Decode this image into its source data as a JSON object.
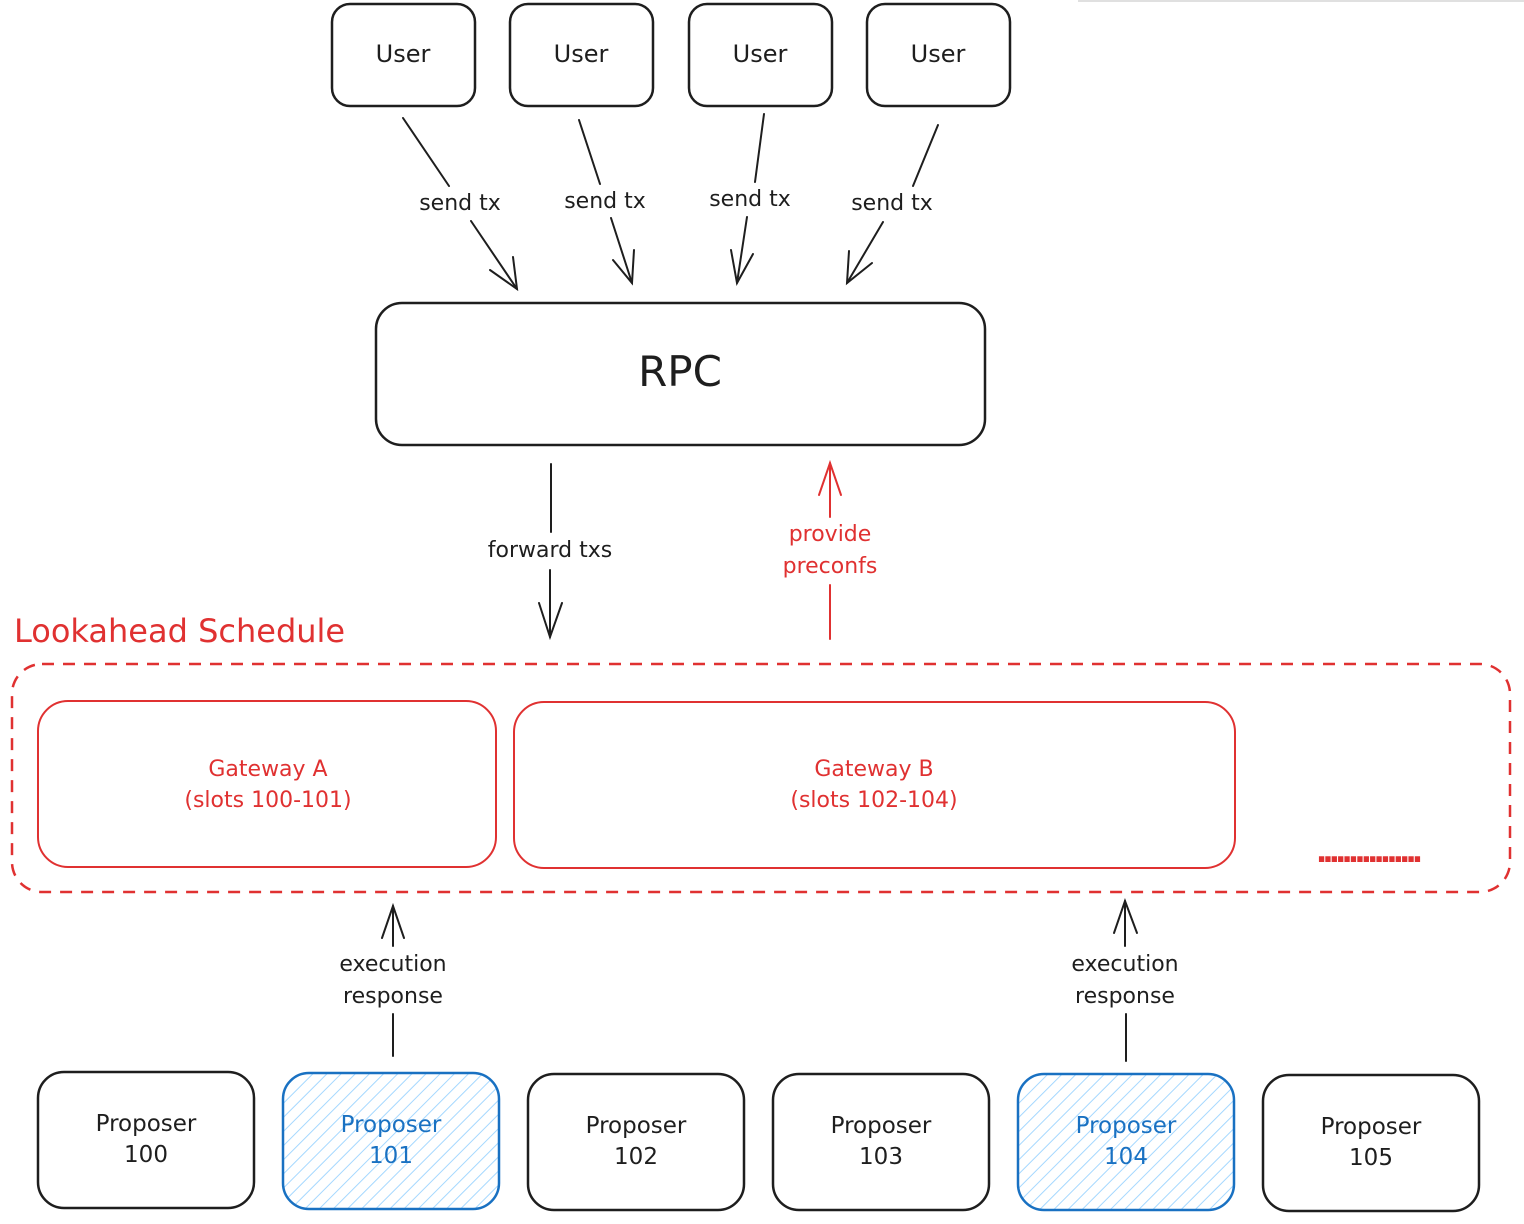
{
  "users": [
    {
      "label": "User"
    },
    {
      "label": "User"
    },
    {
      "label": "User"
    },
    {
      "label": "User"
    }
  ],
  "send_labels": [
    "send tx",
    "send tx",
    "send tx",
    "send tx"
  ],
  "rpc": {
    "label": "RPC"
  },
  "forward": {
    "label": "forward txs"
  },
  "preconfs": {
    "line1": "provide",
    "line2": "preconfs"
  },
  "schedule": {
    "title": "Lookahead Schedule",
    "gateway_a": {
      "line1": "Gateway A",
      "line2": "(slots 100-101)"
    },
    "gateway_b": {
      "line1": "Gateway B",
      "line2": "(slots 102-104)"
    },
    "ellipsis": "................"
  },
  "execution_left": {
    "line1": "execution",
    "line2": "response"
  },
  "execution_right": {
    "line1": "execution",
    "line2": "response"
  },
  "proposers": [
    {
      "line1": "Proposer",
      "line2": "100",
      "highlight": false
    },
    {
      "line1": "Proposer",
      "line2": "101",
      "highlight": true
    },
    {
      "line1": "Proposer",
      "line2": "102",
      "highlight": false
    },
    {
      "line1": "Proposer",
      "line2": "103",
      "highlight": false
    },
    {
      "line1": "Proposer",
      "line2": "104",
      "highlight": true
    },
    {
      "line1": "Proposer",
      "line2": "105",
      "highlight": false
    }
  ],
  "colors": {
    "ink": "#1e1e1e",
    "red": "#e03131",
    "blue": "#1971c2",
    "blue_fill": "#a5d8ff"
  }
}
